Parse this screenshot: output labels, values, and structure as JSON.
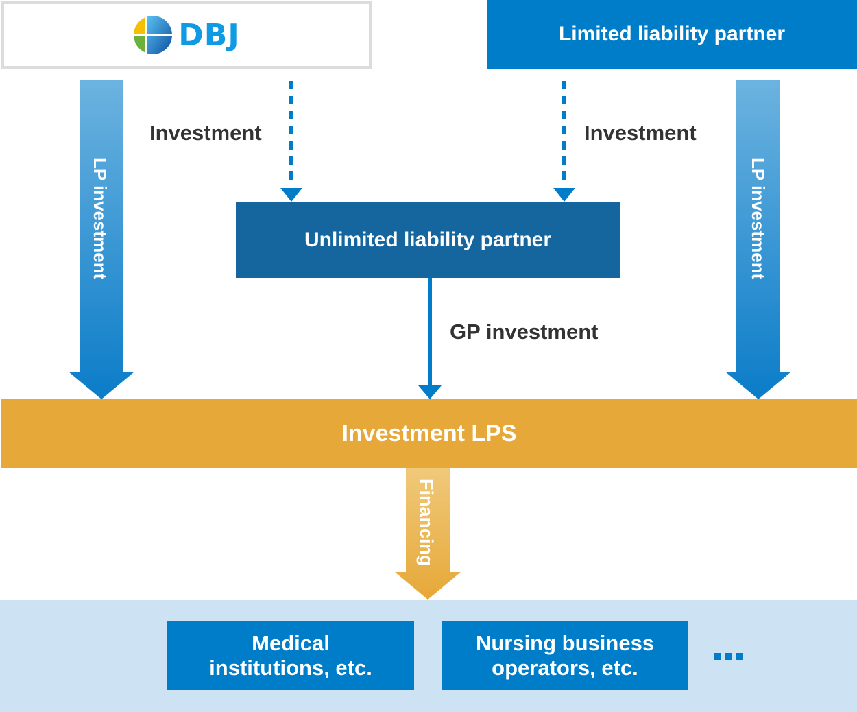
{
  "diagram": {
    "title": "DBJ investment LPS structure",
    "nodes": {
      "dbj": {
        "logo_text": "DBJ",
        "logo_icon": "dbj-globe-logo-icon"
      },
      "limited_partner": {
        "label": "Limited liability partner"
      },
      "unlimited_partner": {
        "label": "Unlimited liability partner"
      },
      "investment_lps": {
        "label": "Investment LPS"
      },
      "targets": [
        {
          "line1": "Medical",
          "line2": "institutions, etc."
        },
        {
          "line1": "Nursing business",
          "line2": "operators, etc."
        }
      ],
      "more_indicator": "..."
    },
    "edges": {
      "dbj_to_gp": {
        "label": "Investment",
        "style": "dashed"
      },
      "lp_to_gp": {
        "label": "Investment",
        "style": "dashed"
      },
      "gp_to_lps": {
        "label": "GP investment",
        "style": "solid"
      },
      "dbj_to_lps": {
        "label": "LP investment",
        "style": "block-arrow"
      },
      "lp_to_lps": {
        "label": "LP investment",
        "style": "block-arrow"
      },
      "lps_to_targets": {
        "label": "Financing",
        "style": "block-arrow"
      }
    },
    "colors": {
      "blue": "#007dc9",
      "dark_blue": "#15669e",
      "gold": "#e6a838",
      "light_blue_bg": "#cde3f3",
      "text_dark": "#333333"
    }
  }
}
